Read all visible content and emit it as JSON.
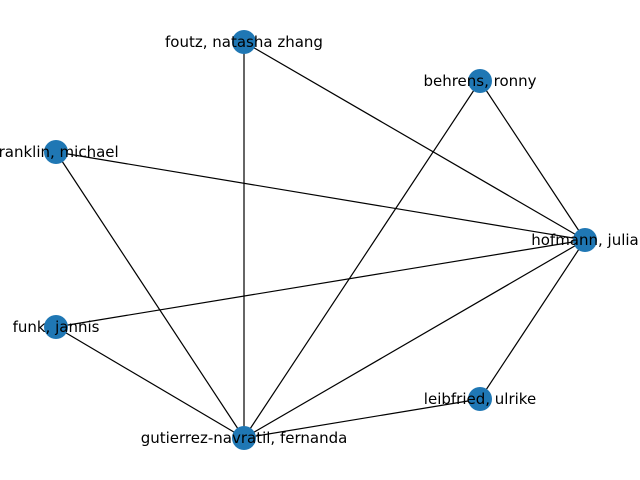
{
  "graph": {
    "node_color": "#1f77b4",
    "edge_color": "#000000",
    "nodes": [
      {
        "id": "foutz",
        "label": "foutz, natasha zhang"
      },
      {
        "id": "behrens",
        "label": "behrens, ronny"
      },
      {
        "id": "franklin",
        "label": "franklin, michael"
      },
      {
        "id": "hofmann",
        "label": "hofmann, julia"
      },
      {
        "id": "funk",
        "label": "funk, jannis"
      },
      {
        "id": "leibfried",
        "label": "leibfried, ulrike"
      },
      {
        "id": "gutierrez",
        "label": "gutierrez-navratil, fernanda"
      }
    ],
    "edges": [
      [
        "foutz",
        "hofmann"
      ],
      [
        "foutz",
        "gutierrez"
      ],
      [
        "behrens",
        "hofmann"
      ],
      [
        "behrens",
        "gutierrez"
      ],
      [
        "franklin",
        "hofmann"
      ],
      [
        "franklin",
        "gutierrez"
      ],
      [
        "hofmann",
        "funk"
      ],
      [
        "hofmann",
        "gutierrez"
      ],
      [
        "hofmann",
        "leibfried"
      ],
      [
        "funk",
        "gutierrez"
      ],
      [
        "leibfried",
        "gutierrez"
      ]
    ]
  }
}
